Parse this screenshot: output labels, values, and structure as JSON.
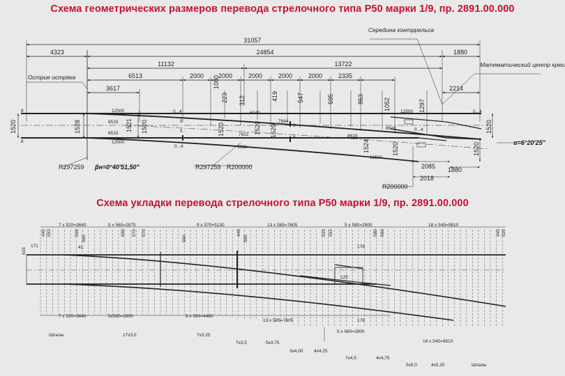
{
  "titles": {
    "geometry": "Схема геометрических размеров перевода стрелочного типа Р50 марки 1/9, пр. 2891.00.000",
    "layout": "Схема укладки перевода стрелочного типа Р50 марки 1/9, пр. 2891.00.000"
  },
  "geometry": {
    "overall": "31057",
    "segments_top": [
      "4323",
      "24854",
      "1880"
    ],
    "segments_mid": [
      "11132",
      "13722"
    ],
    "segments_low": [
      "6513",
      "2000",
      "2000",
      "2000",
      "2000",
      "2000",
      "2335"
    ],
    "small": [
      "3617",
      "2214"
    ],
    "ordinates": [
      "1080",
      "223",
      "312",
      "419",
      "547",
      "695",
      "863",
      "1052",
      "1297",
      "1520"
    ],
    "gauges": [
      "1528",
      "1521",
      "1520",
      "1520",
      "1520",
      "1520",
      "1524",
      "1520",
      "1520",
      "1520"
    ],
    "rails": [
      "12500",
      "6515",
      "6515",
      "12500",
      "6049",
      "7622",
      "7684",
      "5936",
      "8619",
      "8619",
      "12500",
      "12500"
    ],
    "tail": [
      "2085",
      "1880",
      "2018"
    ],
    "radii": [
      "R297259",
      "R297259",
      "R200000",
      "R200000"
    ],
    "angles": {
      "beta": "βн=0°40'51,50\"",
      "alpha": "α=6°20'25\""
    },
    "labels": {
      "point": "Острие остряка",
      "check_mid": "Середина контррельса",
      "math_center": "Математический центр крестовины"
    },
    "gaps": [
      "0...4",
      "0...4",
      "0...4",
      "0...4",
      "8",
      "8",
      "8",
      "8",
      "5",
      "5"
    ]
  },
  "layout": {
    "top_dims": [
      "7 x 520=3640",
      "5 x 565=2875",
      "9 x 570=5130",
      "13 x 585=7605",
      "5 x 580=2900",
      "18 x 545=9810"
    ],
    "bottom_dims": [
      "7 x 520=3640",
      "5x560=2800",
      "8 x 560=4480",
      "13 x 585=7605",
      "5 x 560=2800",
      "18 x 545=9810"
    ],
    "markers": [
      "615",
      "171",
      "41",
      "178",
      "178",
      "125"
    ],
    "spacings": [
      "440",
      "553",
      "520",
      "565",
      "600",
      "570",
      "570",
      "560",
      "440",
      "585",
      "533",
      "553",
      "580",
      "560",
      "440",
      "520"
    ],
    "sleeper_groups": [
      "Шпалы",
      "17x3,0",
      "7x3,25",
      "7x3,5",
      "5x3,75",
      "3x4,00",
      "4x4,25",
      "7x4,5",
      "4x4,75",
      "5x5,0",
      "4x5,25",
      "Шпалы"
    ]
  }
}
